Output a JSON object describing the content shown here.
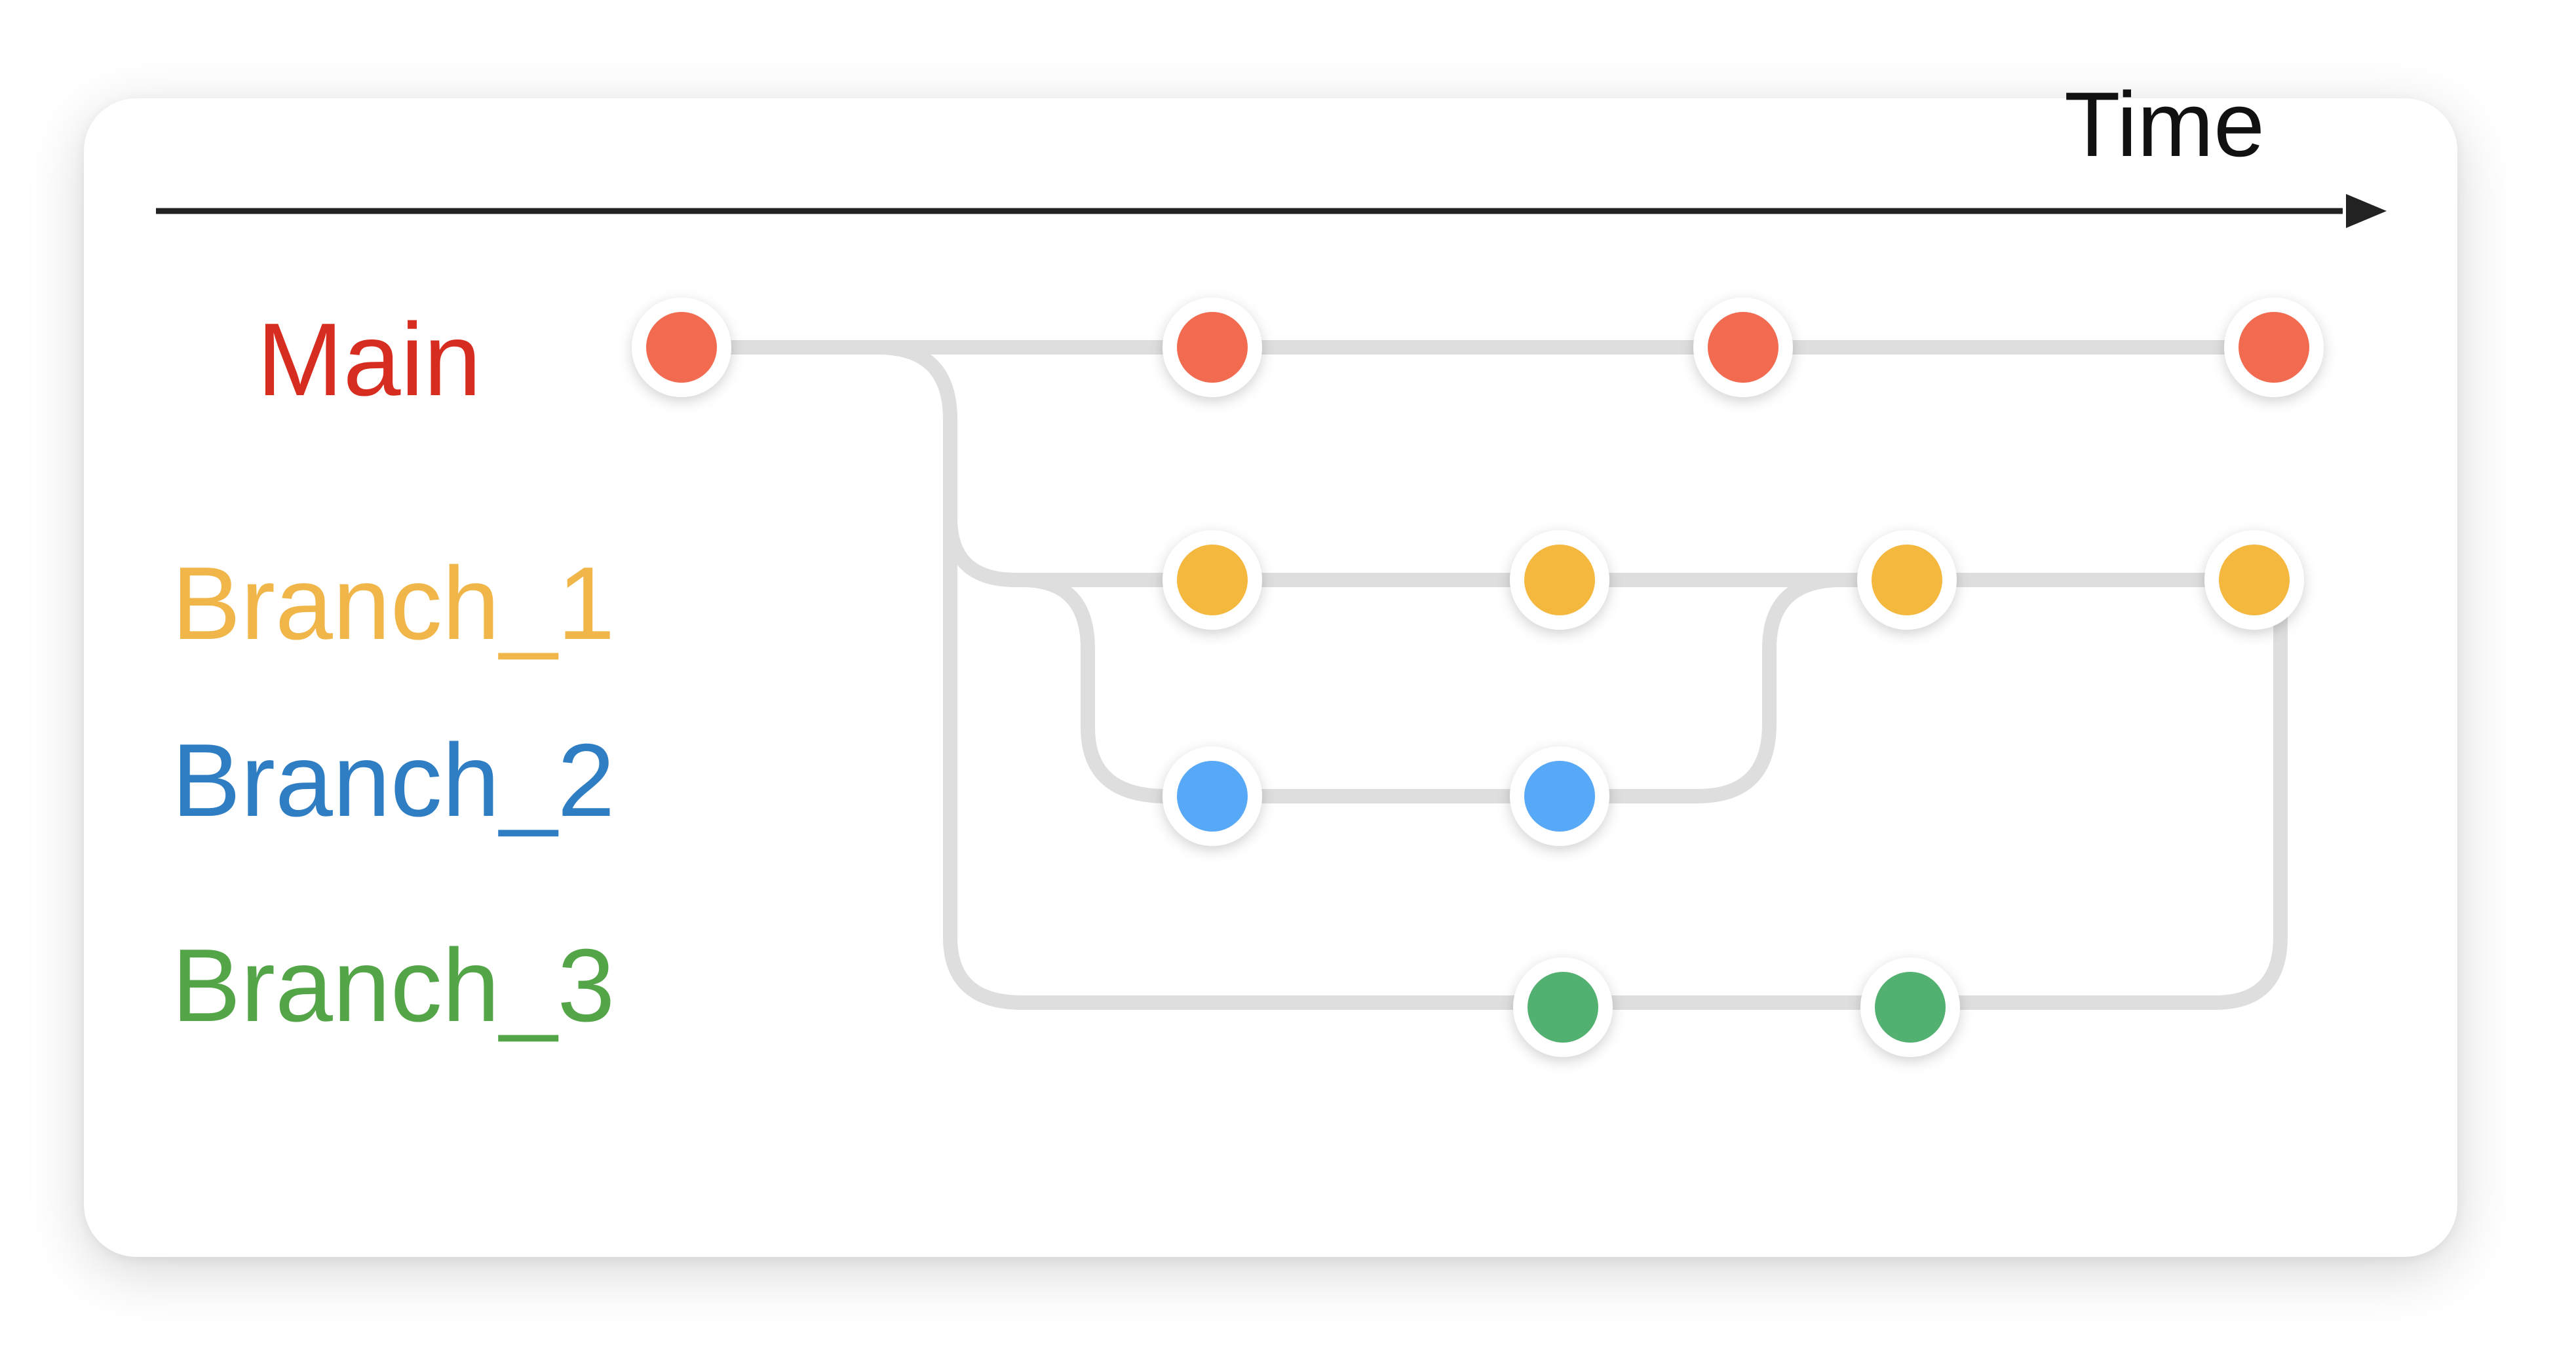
{
  "axis": {
    "label": "Time"
  },
  "branches": [
    {
      "id": "main",
      "label": "Main",
      "label_color": "#d62d20",
      "node_color": "#f26a4f"
    },
    {
      "id": "branch_1",
      "label": "Branch_1",
      "label_color": "#f0b64a",
      "node_color": "#f5b83e"
    },
    {
      "id": "branch_2",
      "label": "Branch_2",
      "label_color": "#2f7ec3",
      "node_color": "#58a8f8"
    },
    {
      "id": "branch_3",
      "label": "Branch_3",
      "label_color": "#53a548",
      "node_color": "#52b171"
    }
  ],
  "commits": {
    "main": 4,
    "branch_1": 4,
    "branch_2": 2,
    "branch_3": 2
  },
  "colors": {
    "track": "#dedede",
    "axis": "#222222",
    "node_ring": "#ffffff"
  }
}
